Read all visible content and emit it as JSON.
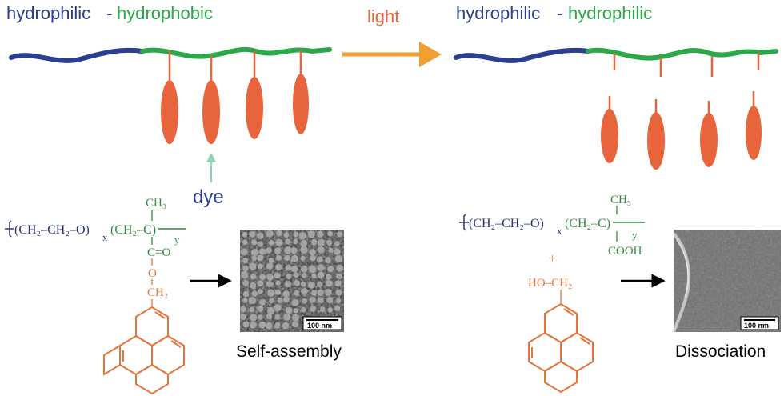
{
  "colors": {
    "hydrophilic_blue": "#2a3f8f",
    "hydrophobic_green": "#2aa84a",
    "dye_orange": "#e8643c",
    "arrow_orange": "#f0a030",
    "dye_arrow_teal": "#8fd3b5",
    "structure_navy": "#2b3577",
    "structure_green": "#2e8b3e",
    "structure_orange": "#e8743c"
  },
  "left_panel": {
    "label_hydrophilic": "hydrophilic",
    "label_dash": "-",
    "label_hydrophobic": "hydrophobic",
    "dye_label": "dye",
    "caption": "Self-assembly",
    "scale_bar": "100 nm"
  },
  "middle": {
    "light_label": "light"
  },
  "right_panel": {
    "label_hydrophilic_1": "hydrophilic",
    "label_dash": "-",
    "label_hydrophilic_2": "hydrophilic",
    "caption": "Dissociation",
    "scale_bar": "100 nm"
  },
  "chem_left": {
    "backbone_peg": "(CH₂–CH₂–O)",
    "peg_subscript": "x",
    "backbone_methacrylate": "(CH₂–C)",
    "methacrylate_subscript": "y",
    "methyl": "CH₃",
    "carbonyl": "C=O",
    "ester_oxygen": "O",
    "methylene": "CH₂"
  },
  "chem_right": {
    "backbone_peg": "(CH₂–CH₂–O)",
    "peg_subscript": "x",
    "backbone_methacrylate": "(CH₂–C)",
    "methacrylate_subscript": "y",
    "methyl": "CH₃",
    "carboxyl": "COOH",
    "plus": "+",
    "alcohol": "HO–CH₂"
  }
}
